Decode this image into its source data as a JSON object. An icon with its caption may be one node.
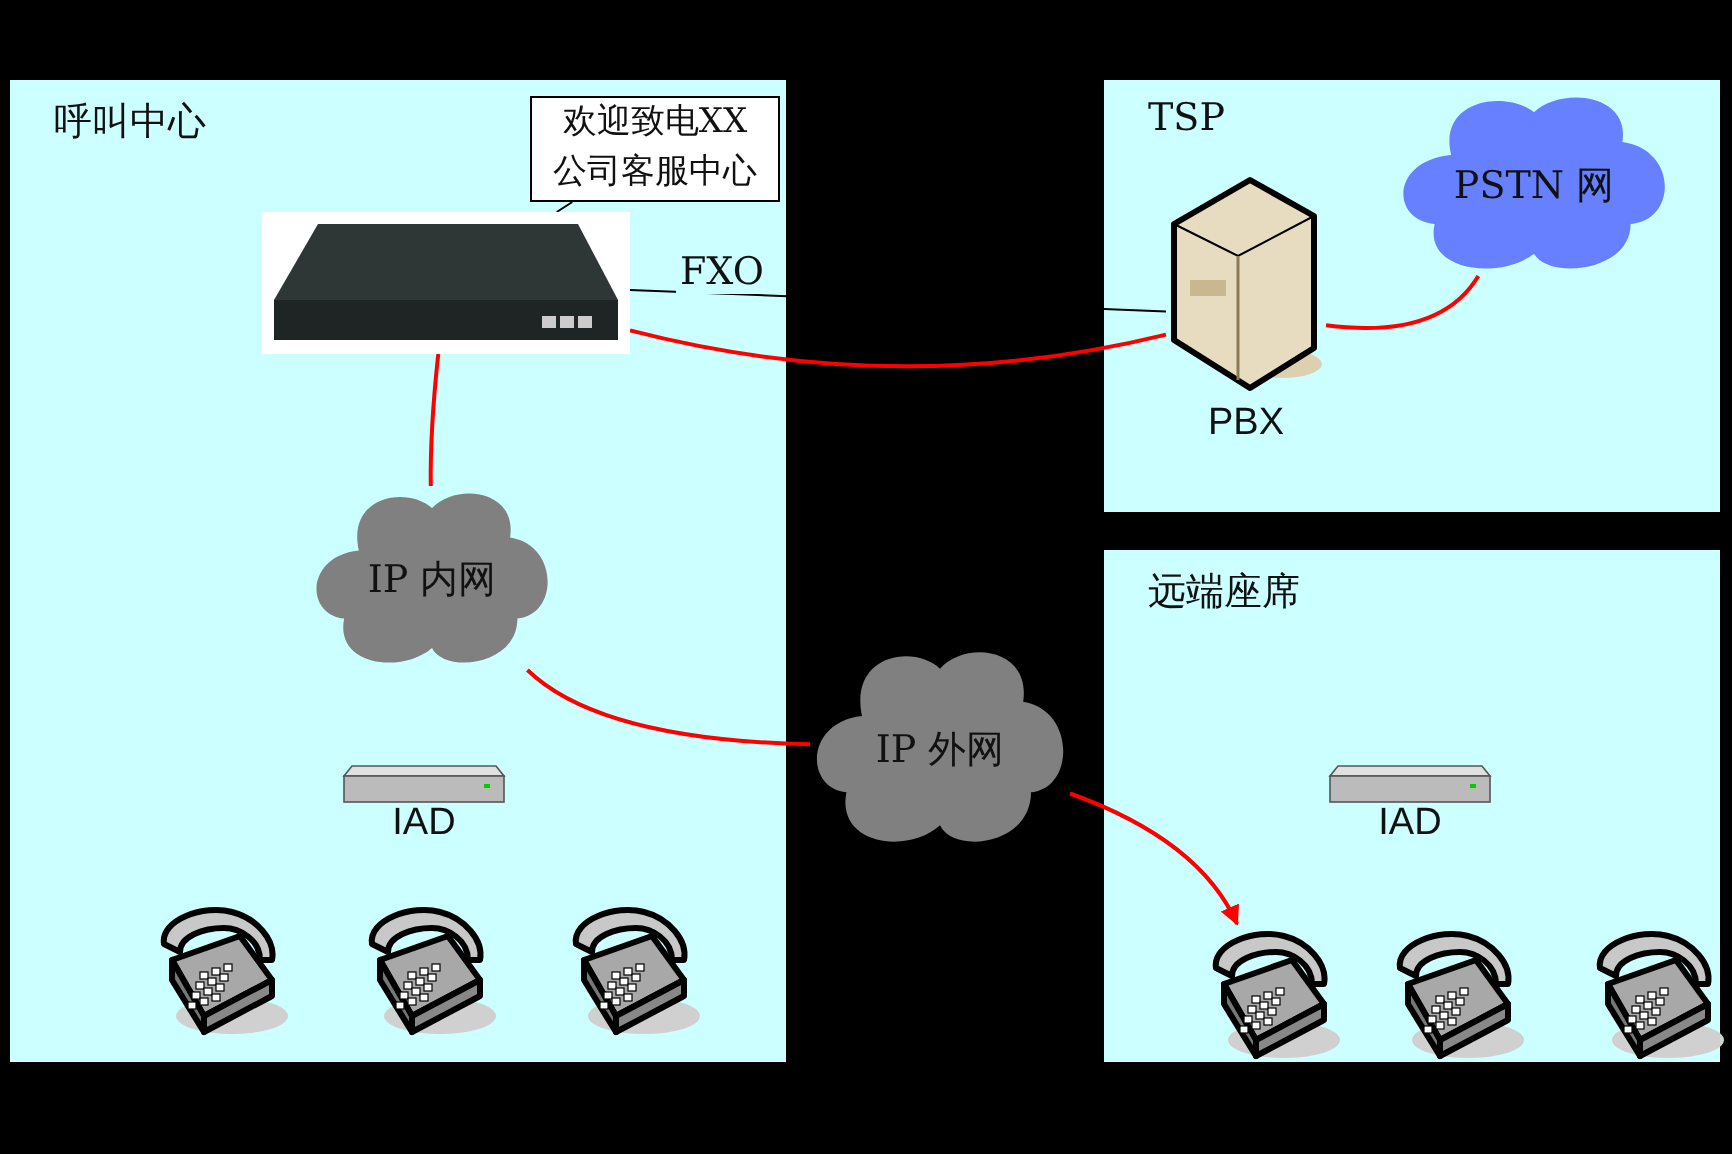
{
  "diagram": {
    "nodes": [
      {
        "text": [
          "呼叫中心"
        ]
      },
      {
        "text": [
          "欢迎致电XX公司客服中心"
        ],
        "in": 0
      },
      {
        "text": [],
        "shape": "picture",
        "in": 0
      },
      {
        "text": [
          "IP 内网"
        ],
        "in": 0
      },
      {
        "text": [],
        "shape": "picture",
        "beside": [
          "IAD"
        ],
        "in": 0
      },
      {
        "text": [],
        "shape": "picture",
        "in": 0
      },
      {
        "text": [],
        "shape": "picture",
        "in": 0
      },
      {
        "text": [],
        "shape": "picture",
        "in": 0
      },
      {
        "text": [
          "TSP"
        ]
      },
      {
        "text": [
          "PSTN 网"
        ],
        "in": 8
      },
      {
        "text": [],
        "shape": "picture",
        "beside": [
          "PBX"
        ],
        "in": 8
      },
      {
        "text": [
          "远端座席"
        ]
      },
      {
        "text": [],
        "shape": "picture",
        "beside": [
          "IAD"
        ],
        "in": 11
      },
      {
        "text": [],
        "shape": "picture",
        "in": 11
      },
      {
        "text": [],
        "shape": "picture",
        "in": 11
      },
      {
        "text": [],
        "shape": "picture",
        "in": 11
      },
      {
        "text": [
          "IP 外网"
        ]
      }
    ],
    "edges": [
      {
        "from": 1,
        "to": 2,
        "arrow": "none",
        "color": "#000000"
      },
      {
        "from": 2,
        "to": 10,
        "arrow": "none",
        "label": "FXO",
        "color": "#000000"
      },
      {
        "from": 9,
        "to": 10,
        "arrow": "none"
      },
      {
        "from": 10,
        "to": 2,
        "arrow": "none"
      },
      {
        "from": 2,
        "to": 3,
        "arrow": "none"
      },
      {
        "from": 3,
        "to": 16,
        "arrow": "none"
      },
      {
        "from": 16,
        "to": 13,
        "arrow": "to"
      }
    ]
  }
}
